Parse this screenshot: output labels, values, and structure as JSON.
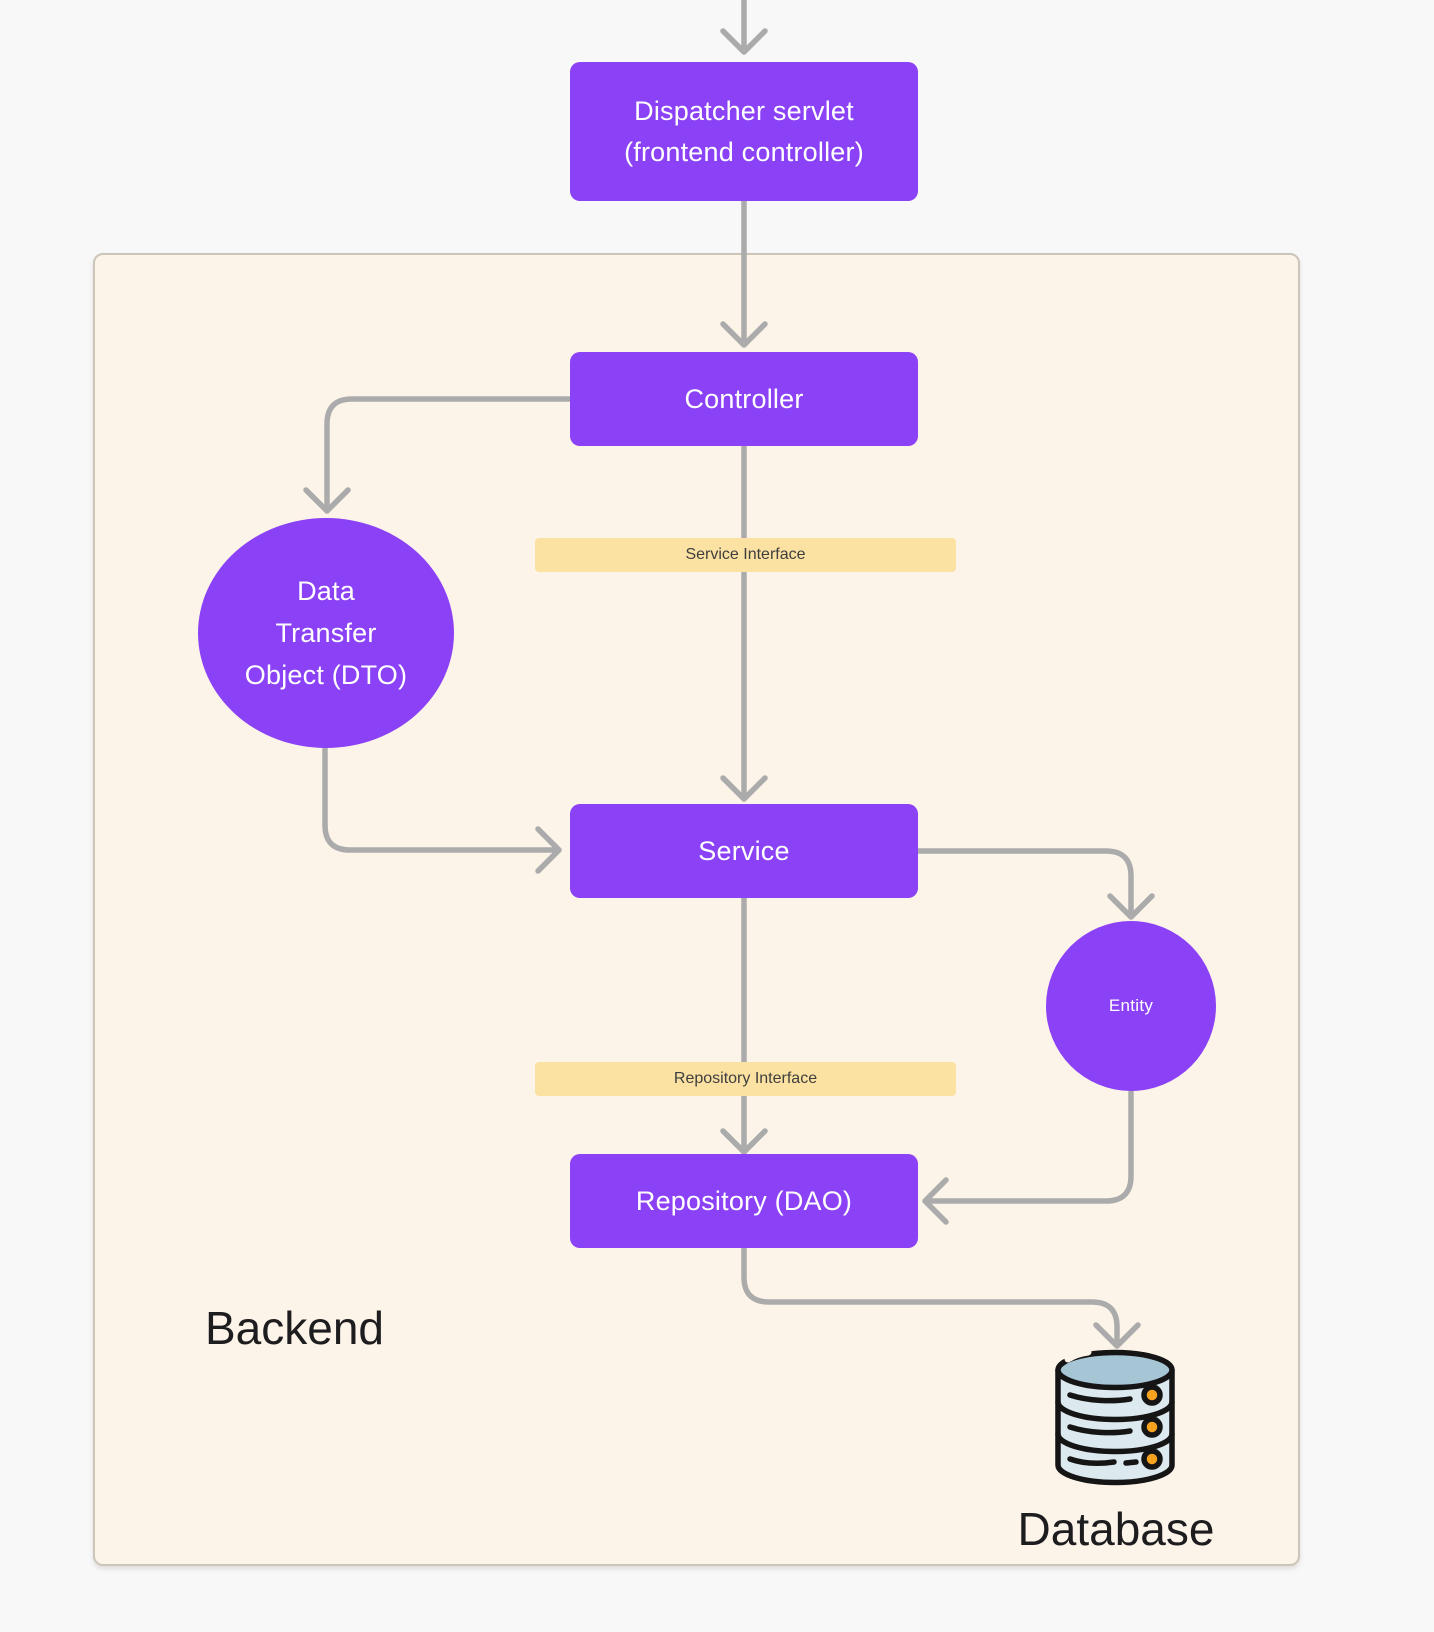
{
  "colors": {
    "canvas-bg": "#F8F8F9",
    "container-bg": "#FDF4E9",
    "container-border": "#CBC5BA",
    "node-purple": "#8B41F5",
    "node-text": "#FFFFFF",
    "band-yellow": "#FBE2A2",
    "band-text": "#3E3E3E",
    "arrow-gray": "#ABABAB",
    "label-dark": "#1D1D1F",
    "db-body": "#DCE9EE",
    "db-top": "#A6C5D5",
    "db-outline": "#151515",
    "db-dot": "#F6A21E"
  },
  "diagram": {
    "dispatcher": {
      "lines": [
        "Dispatcher servlet",
        "(frontend controller)"
      ]
    },
    "controller": {
      "label": "Controller"
    },
    "service_interface": {
      "label": "Service Interface"
    },
    "dto": {
      "lines": [
        "Data",
        "Transfer",
        "Object (DTO)"
      ]
    },
    "service": {
      "label": "Service"
    },
    "entity": {
      "label": "Entity"
    },
    "repository_interface": {
      "label": "Repository Interface"
    },
    "repository": {
      "label": "Repository (DAO)"
    },
    "backend_label": "Backend",
    "database_label": "Database"
  }
}
